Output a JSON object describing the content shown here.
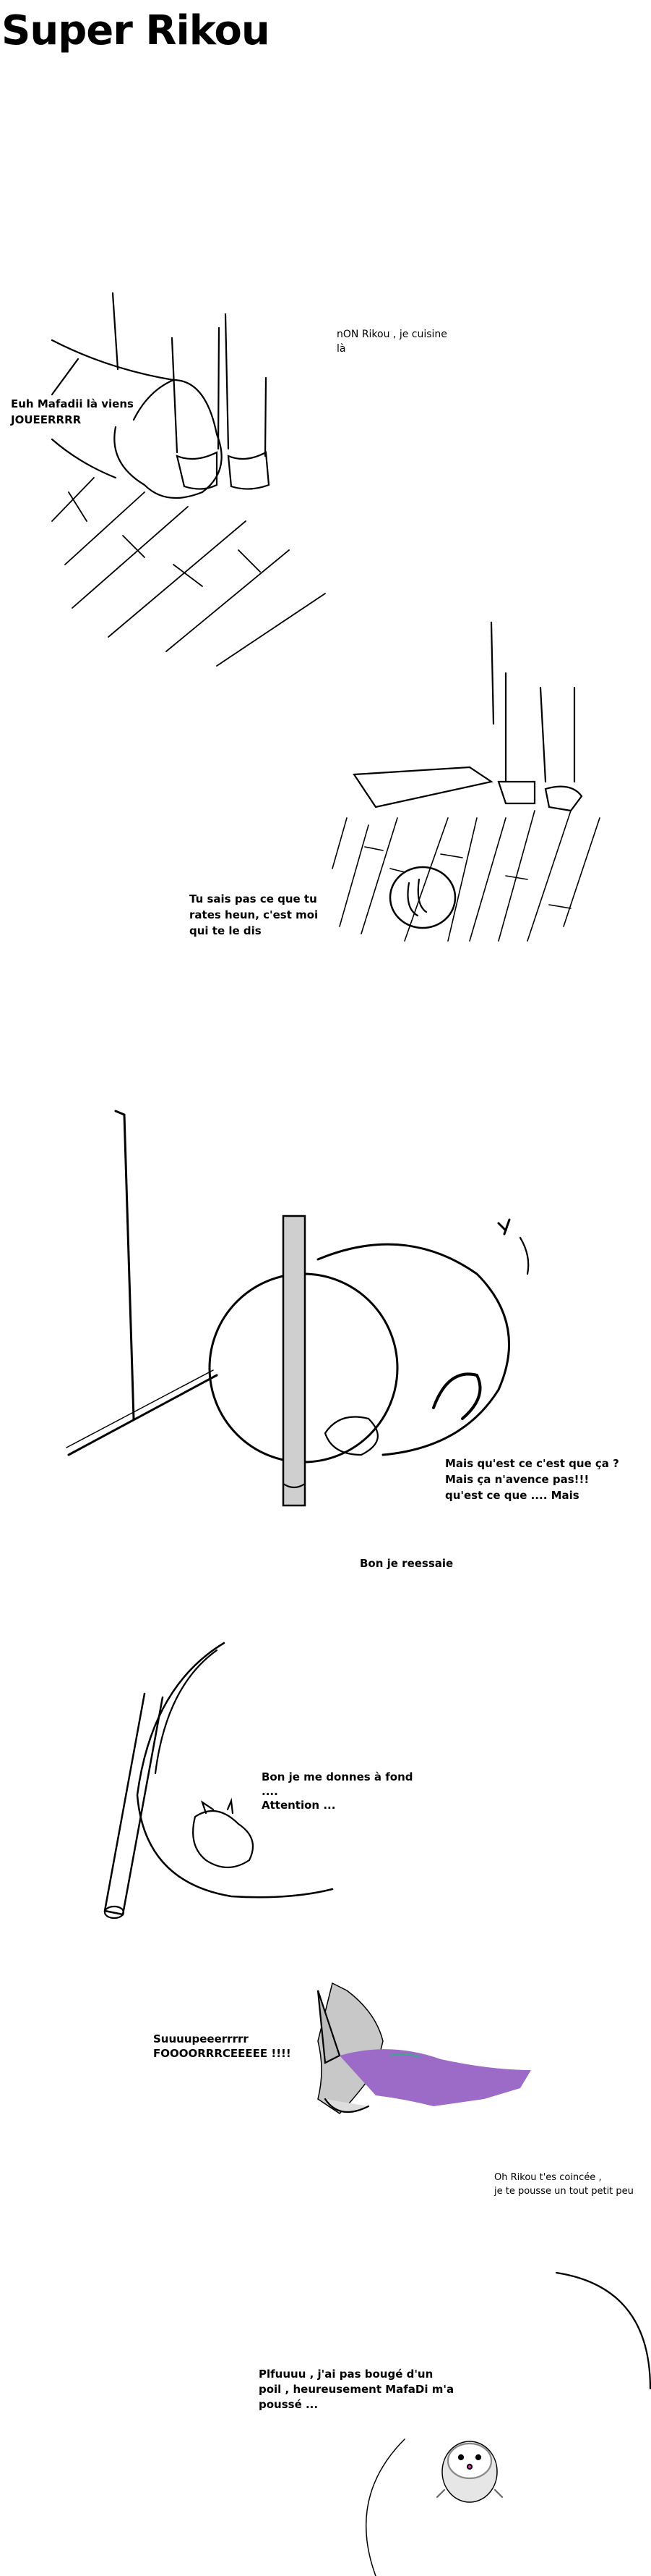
{
  "title": "Super Rikou",
  "colors": {
    "ink": "#000000",
    "cape": "#9b6bc7",
    "fur": "#c8c8c8",
    "pole": "#cfcfcf"
  },
  "panels": [
    {
      "lines": [
        "Euh Mafadii là viens",
        "JOUEERRRR"
      ],
      "reply": [
        "nON Rikou , je cuisine",
        "là"
      ]
    },
    {
      "lines": [
        "Tu sais pas ce que tu",
        "rates heun, c'est moi",
        "qui te le dis"
      ]
    },
    {
      "lines": [
        "Mais qu'est ce c'est que ça ?",
        "Mais ça n'avence pas!!!",
        "qu'est ce que .... Mais"
      ],
      "caption": "Bon je reessaie"
    },
    {
      "lines": [
        "Bon je me donnes à fond",
        "....",
        "Attention ..."
      ]
    },
    {
      "lines": [
        "Suuuupeeerrrrr",
        "FOOOORRRCEEEEE !!!!"
      ],
      "reply": [
        "Oh Rikou t'es coincée ,",
        "je te pousse un tout petit peu"
      ]
    },
    {
      "lines": [
        "Plfuuuu , j'ai pas bougé d'un",
        "poil , heureusement MafaDi m'a",
        "poussé ..."
      ]
    }
  ]
}
